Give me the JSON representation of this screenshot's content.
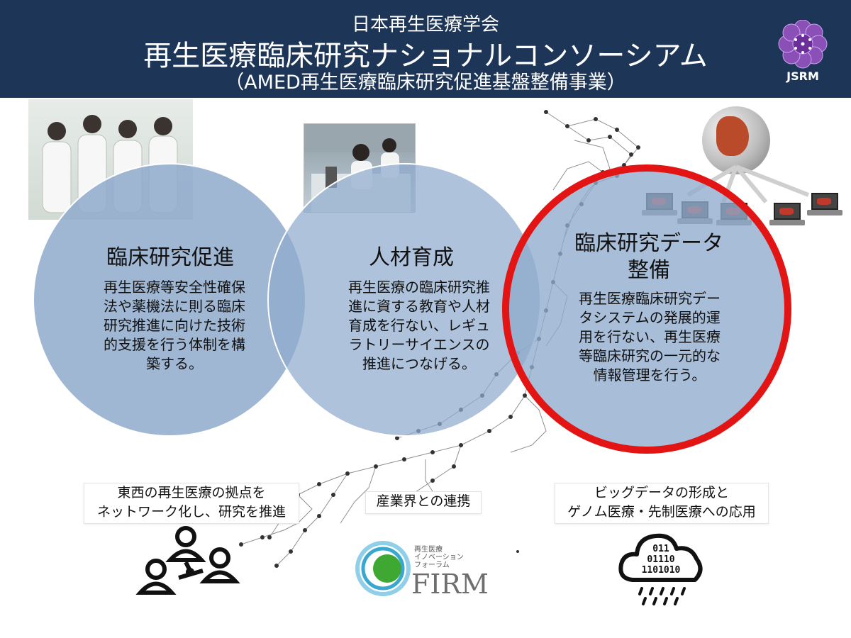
{
  "header": {
    "line1": "日本再生医療学会",
    "line2": "再生医療臨床研究ナショナルコンソーシアム",
    "line3": "（AMED再生医療臨床研究促進基盤整備事業）",
    "logo_text": "JSRM"
  },
  "circles": [
    {
      "title": "臨床研究促進",
      "body": [
        "再生医療等安全性確保",
        "法や薬機法に則る臨床",
        "研究推進に向けた技術",
        "的支援を行う体制を構",
        "築する。"
      ]
    },
    {
      "title": "人材育成",
      "body": [
        "再生医療の臨床研究推",
        "進に資する教育や人材",
        "育成を行ない、レギュ",
        "ラトリーサイエンスの",
        "推進につなげる。"
      ]
    },
    {
      "title_lines": [
        "臨床研究データ",
        "整備"
      ],
      "body": [
        "再生医療臨床研究デー",
        "タシステムの発展的運",
        "用を行ない、再生医療",
        "等臨床研究の一元的な",
        "情報管理を行う。"
      ]
    }
  ],
  "labels": {
    "left": [
      "東西の再生医療の拠点を",
      "ネットワーク化し、研究を推進"
    ],
    "middle": "産業界との連携",
    "right": [
      "ビッグデータの形成と",
      "ゲノム医療・先制医療への応用"
    ]
  },
  "firm": {
    "jp_lines": [
      "再生医療",
      "イノベーション",
      "フォーラム"
    ],
    "name": "FIRM"
  },
  "cloud_bits": [
    "011",
    "01110",
    "1101010"
  ],
  "colors": {
    "header_bg": "#1d3557",
    "circle_fill": "#8faacd",
    "highlight_ring": "#e31414"
  }
}
